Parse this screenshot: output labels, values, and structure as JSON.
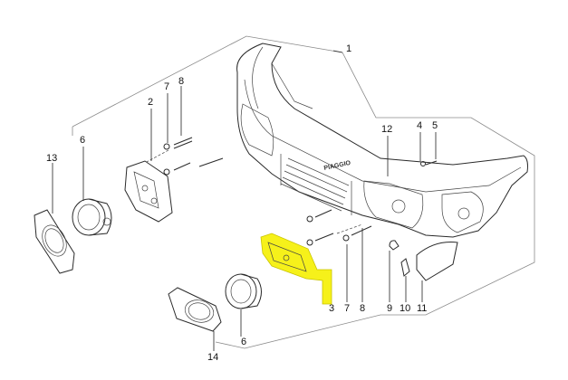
{
  "diagram": {
    "brand_text": "PIAGGIO",
    "highlight_color": "#f6f11a",
    "callouts": [
      {
        "id": "c1",
        "label": "1"
      },
      {
        "id": "c2",
        "label": "2"
      },
      {
        "id": "c3",
        "label": "3"
      },
      {
        "id": "c4",
        "label": "4"
      },
      {
        "id": "c5",
        "label": "5"
      },
      {
        "id": "c6a",
        "label": "6"
      },
      {
        "id": "c6b",
        "label": "6"
      },
      {
        "id": "c7a",
        "label": "7"
      },
      {
        "id": "c7b",
        "label": "7"
      },
      {
        "id": "c8a",
        "label": "8"
      },
      {
        "id": "c8b",
        "label": "8"
      },
      {
        "id": "c9",
        "label": "9"
      },
      {
        "id": "c10",
        "label": "10"
      },
      {
        "id": "c11",
        "label": "11"
      },
      {
        "id": "c12",
        "label": "12"
      },
      {
        "id": "c13",
        "label": "13"
      },
      {
        "id": "c14",
        "label": "14"
      }
    ]
  }
}
